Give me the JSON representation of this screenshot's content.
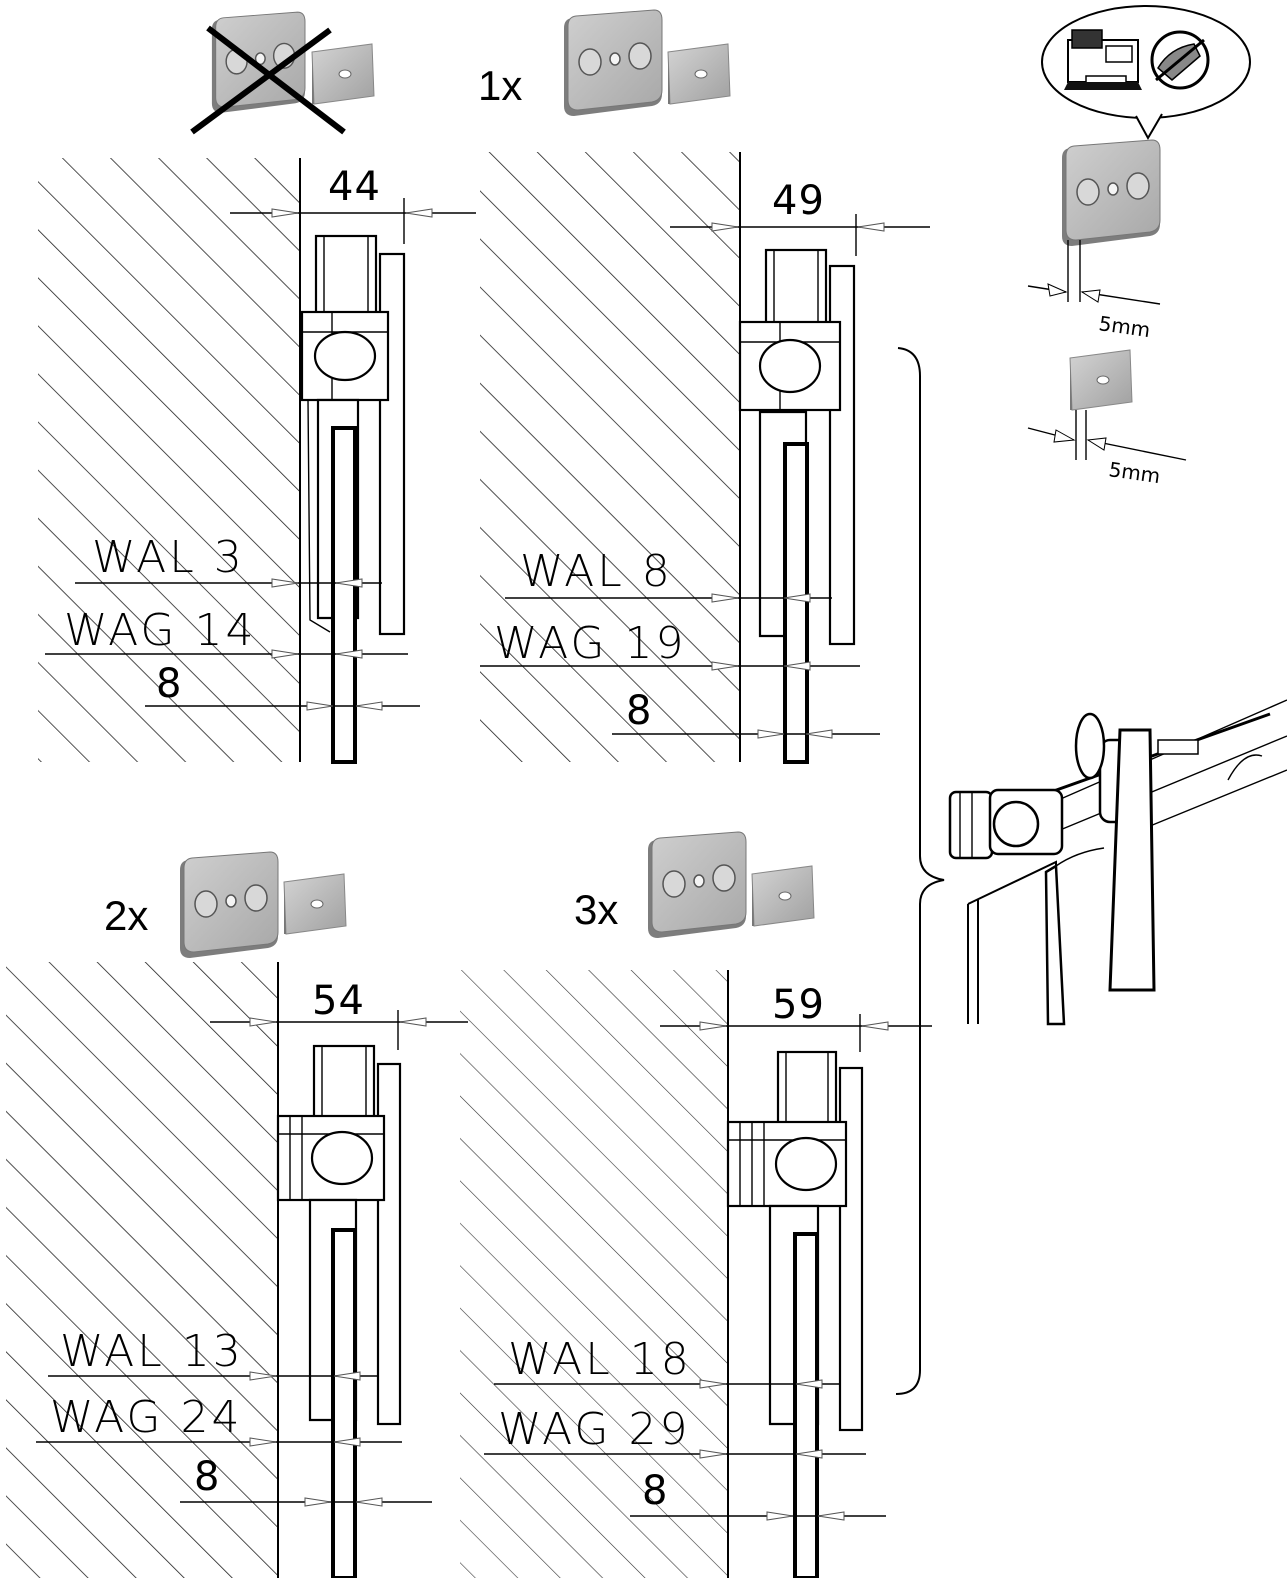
{
  "panels": [
    {
      "count_label": "",
      "crossed_out": true,
      "top_dim": "44",
      "wal": "WAL 3",
      "wag": "WAG 14",
      "gap": "8"
    },
    {
      "count_label": "1x",
      "crossed_out": false,
      "top_dim": "49",
      "wal": "WAL 8",
      "wag": "WAG 19",
      "gap": "8"
    },
    {
      "count_label": "2x",
      "crossed_out": false,
      "top_dim": "54",
      "wal": "WAL 13",
      "wag": "WAG 24",
      "gap": "8"
    },
    {
      "count_label": "3x",
      "crossed_out": false,
      "top_dim": "59",
      "wal": "WAL 18",
      "wag": "WAG 29",
      "gap": "8"
    }
  ],
  "spacers": {
    "plate_thickness": "5mm",
    "block_thickness": "5mm",
    "order_bubble_icons": [
      "printer-icon",
      "hand-payment-icon"
    ]
  },
  "colors": {
    "spacer_fill": "#b9b9b9",
    "spacer_dark": "#8f8f8f",
    "line": "#000000"
  }
}
